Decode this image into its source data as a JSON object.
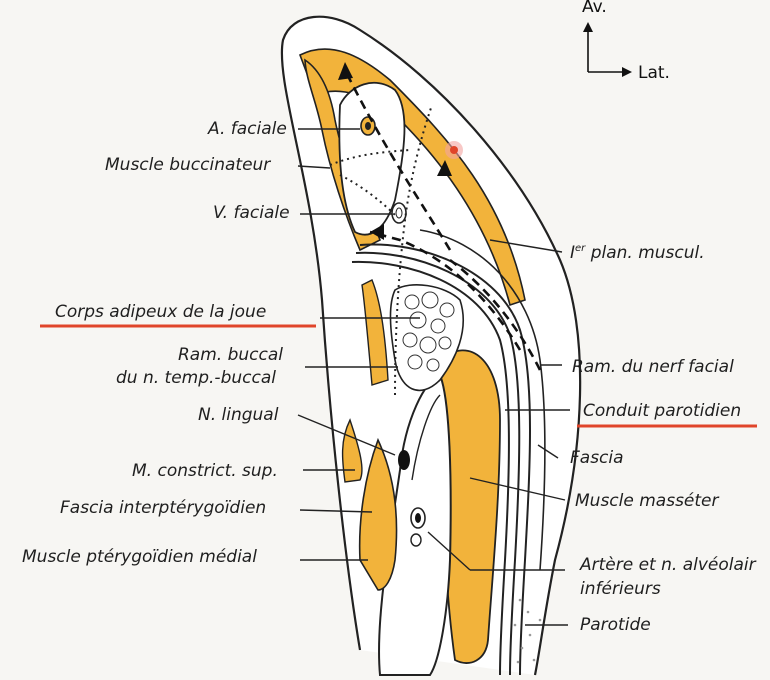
{
  "colors": {
    "muscle": "#f2b33b",
    "background": "#f7f6f3",
    "ink": "#1f1f1f",
    "highlight": "#e0452a"
  },
  "orientation": {
    "anterior": "Av.",
    "lateral": "Lat."
  },
  "labels": {
    "a_faciale": "A. faciale",
    "muscle_buccinateur": "Muscle buccinateur",
    "v_faciale": "V. faciale",
    "plan_muscul_sup": "er",
    "plan_muscul_pre": "I",
    "plan_muscul": "plan. muscul.",
    "corps_adipeux": "Corps adipeux de la joue",
    "ram_buccal_1": "Ram. buccal",
    "ram_buccal_2": "du n. temp.-buccal",
    "ram_nerf_facial": "Ram. du nerf facial",
    "n_lingual": "N. lingual",
    "conduit_parotidien": "Conduit parotidien",
    "fascia": "Fascia",
    "m_constrict": "M. constrict. sup.",
    "muscle_masseter": "Muscle masséter",
    "fascia_interpterygoidien": "Fascia interptérygoïdien",
    "muscle_pterygoidien": "Muscle ptérygoïdien médial",
    "artere_1": "Artère et n. alvéolair",
    "artere_2": "inférieurs",
    "parotide": "Parotide"
  }
}
